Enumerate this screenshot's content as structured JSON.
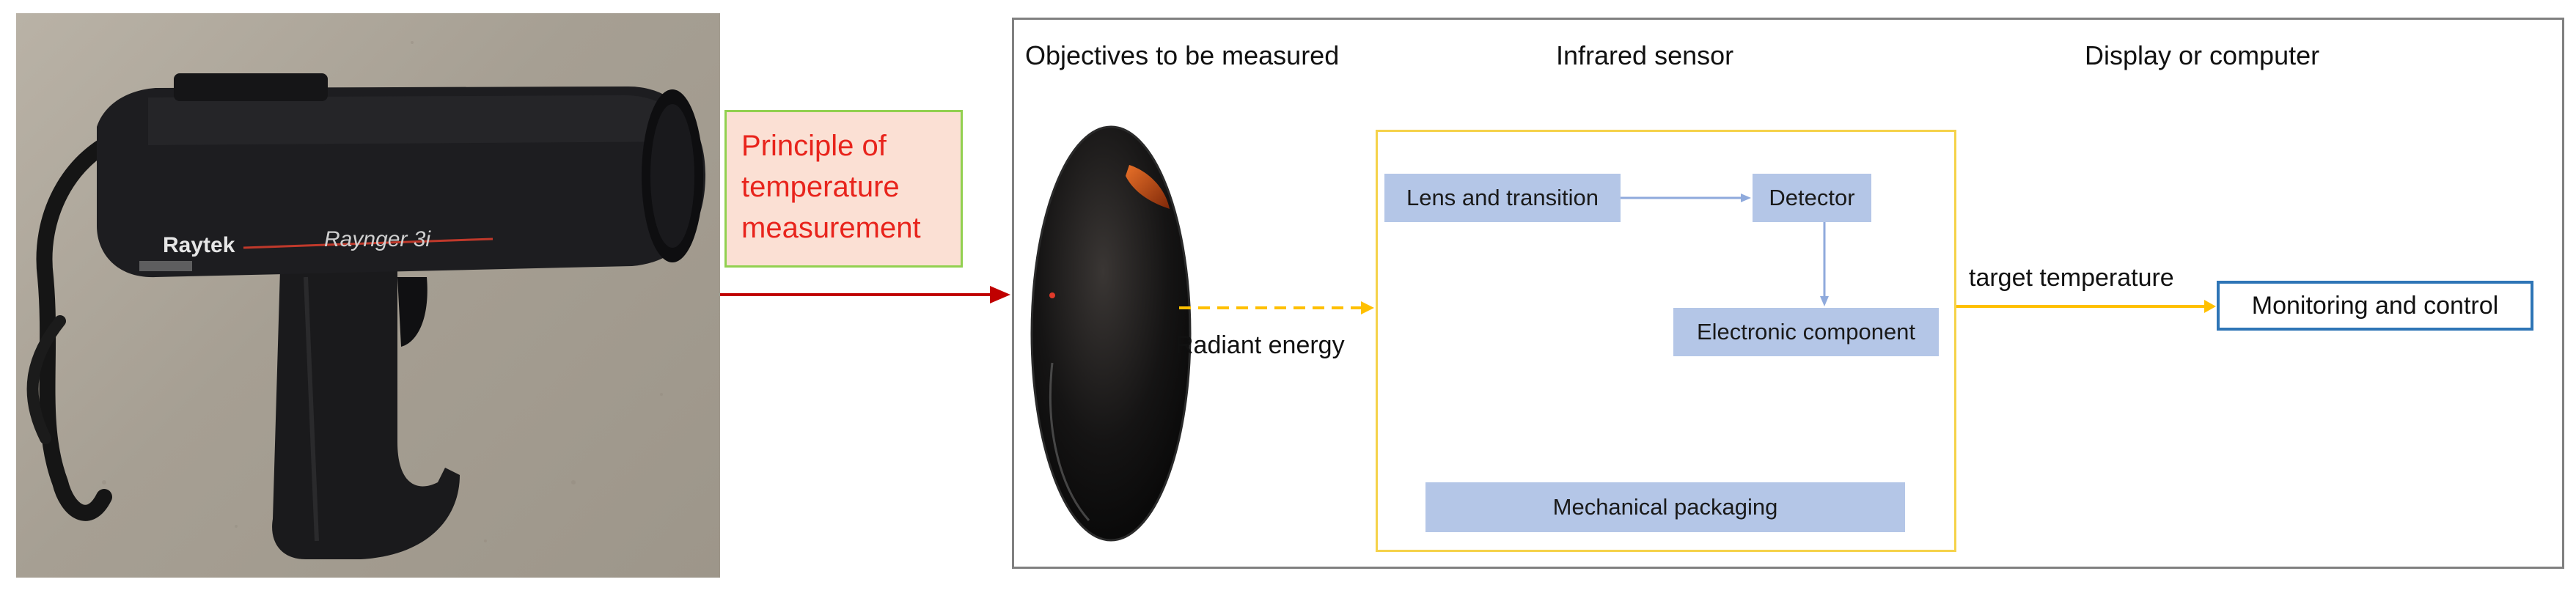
{
  "principle": {
    "lines": [
      "Principle of",
      "temperature",
      "measurement"
    ]
  },
  "photo": {
    "brand_label": "Raytek",
    "model_label": "Raynger 3i"
  },
  "diagram": {
    "section_objectives": "Objectives to be measured",
    "section_sensor": "Infrared sensor",
    "section_display": "Display or computer",
    "lens": "Lens and transition",
    "detector": "Detector",
    "electronic": "Electronic component",
    "mechanical": "Mechanical packaging",
    "radiant": "Radiant energy",
    "target_temp": "target temperature",
    "monitoring": "Monitoring and control"
  },
  "colors": {
    "principle_text": "#e8241c",
    "principle_fill": "#fbe0d4",
    "principle_border": "#92d050",
    "component_fill": "#b4c6e7",
    "sensor_border": "#f5d24a",
    "output_border": "#2e75b6",
    "arrow_red": "#c00000",
    "arrow_gold": "#ffc000",
    "arrow_blue": "#8faadc"
  }
}
